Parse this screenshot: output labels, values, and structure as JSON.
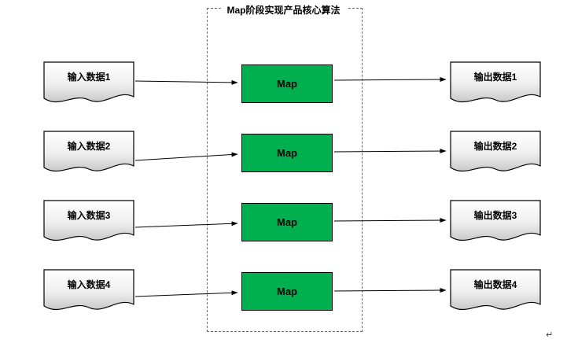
{
  "diagram": {
    "title": "Map阶段实现产品核心算法",
    "rows": [
      {
        "input": "输入数据1",
        "map": "Map",
        "output": "输出数据1"
      },
      {
        "input": "输入数据2",
        "map": "Map",
        "output": "输出数据2"
      },
      {
        "input": "输入数据3",
        "map": "Map",
        "output": "输出数据3"
      },
      {
        "input": "输入数据4",
        "map": "Map",
        "output": "输出数据4"
      }
    ],
    "return_mark": "↵",
    "colors": {
      "map_box_green": "#00b050",
      "doc_fill_top": "#ffffff",
      "doc_fill_bottom": "#c9c9c9",
      "border_black": "#000000",
      "dashed_border_gray": "#6b6b6b"
    }
  }
}
